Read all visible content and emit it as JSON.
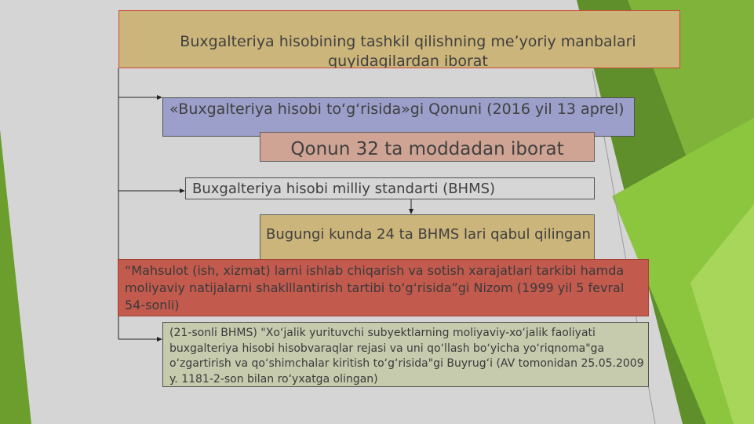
{
  "colors": {
    "title_box": "#cbb57a",
    "law_box": "#9b9fc9",
    "law32_box": "#cfa494",
    "bhms_box": "#d6d6d6",
    "bhms24_box": "#cbb57a",
    "nizom_box": "#c25a4e",
    "bhms21_box": "#c6cbae",
    "accent_green": "#6b9e2c"
  },
  "diagram": {
    "title": "Buxgalteriya hisobining tashkil qilishning me’yoriy manbalari quyidagilardan iborat",
    "law": "«Buxgalteriya hisobi to‘g‘risida»gi Qonuni (2016 yil 13 aprel)",
    "law_detail": "Qonun 32 ta moddadan iborat",
    "standard": "Buxgalteriya hisobi milliy standarti (BHMS)",
    "standard_detail": "Bugungi kunda 24 ta BHMS lari qabul qilingan",
    "regulation": "“Mahsulot (ish, xizmat) larni ishlab chiqarish va sotish xarajatlari tarkibi hamda moliyaviy natijalarni shaklllantirish tartibi to‘g‘risida”gi Nizom (1999 yil 5 fevral 54-sonli)",
    "bhms21": "(21-sonli BHMS) \"Xo‘jalik yurituvchi subyektlarning moliyaviy-xo‘jalik faoliyati buxgalteriya hisobi hisobvaraqlar rejasi va uni qo‘llash bo‘yicha yo‘riqnoma\"ga o‘zgartirish va qo‘shimchalar kiritish to‘g‘risida\"gi Buyrug‘i (AV tomonidan 25.05.2009 y. 1181-2-son bilan ro‘yxatga olingan)"
  }
}
